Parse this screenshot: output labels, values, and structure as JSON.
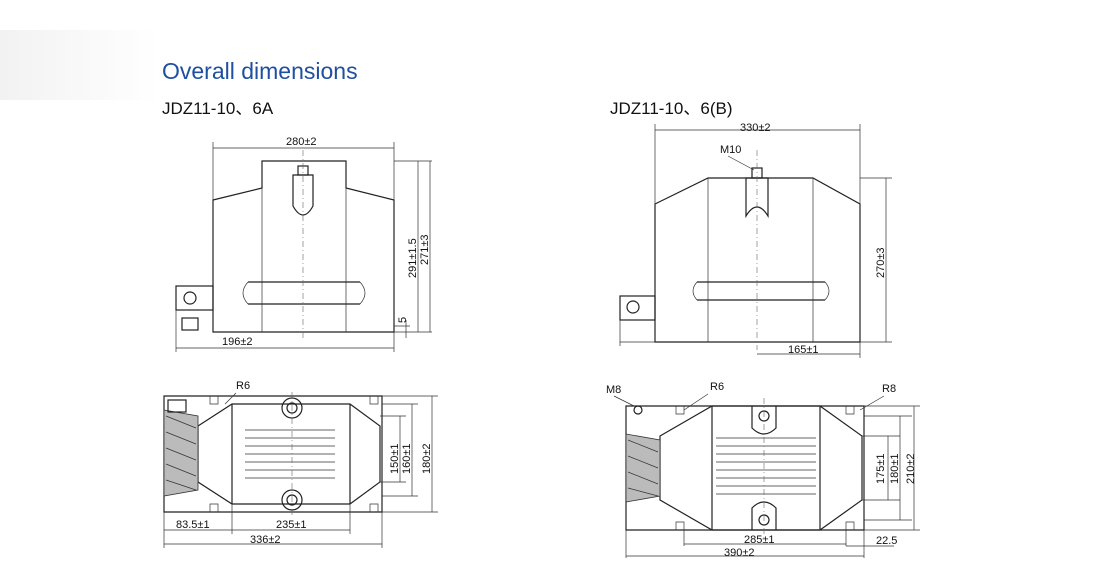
{
  "title": "Overall dimensions",
  "colors": {
    "title": "#1f4fa0",
    "line": "#222222"
  },
  "models": {
    "left": "JDZ11-10、6A",
    "right": "JDZ11-10、6(B)"
  },
  "left_front": {
    "width": "280±2",
    "height_total": "291±1.5",
    "height": "271±3",
    "base_gap": "5",
    "terminal_offset": "196±2"
  },
  "left_plan": {
    "radius": "R6",
    "dim_150": "150±1",
    "dim_160": "160±1",
    "dim_180": "180±2",
    "dim_83": "83.5±1",
    "dim_235": "235±1",
    "dim_336": "336±2"
  },
  "right_front": {
    "width": "330±2",
    "thread": "M10",
    "height": "270±3",
    "terminal_offset": "165±1"
  },
  "right_plan": {
    "thread": "M8",
    "radius_left": "R6",
    "radius_right": "R8",
    "dim_175": "175±1",
    "dim_180": "180±1",
    "dim_210": "210±2",
    "dim_285": "285±1",
    "dim_390": "390±2",
    "dim_22": "22.5"
  }
}
